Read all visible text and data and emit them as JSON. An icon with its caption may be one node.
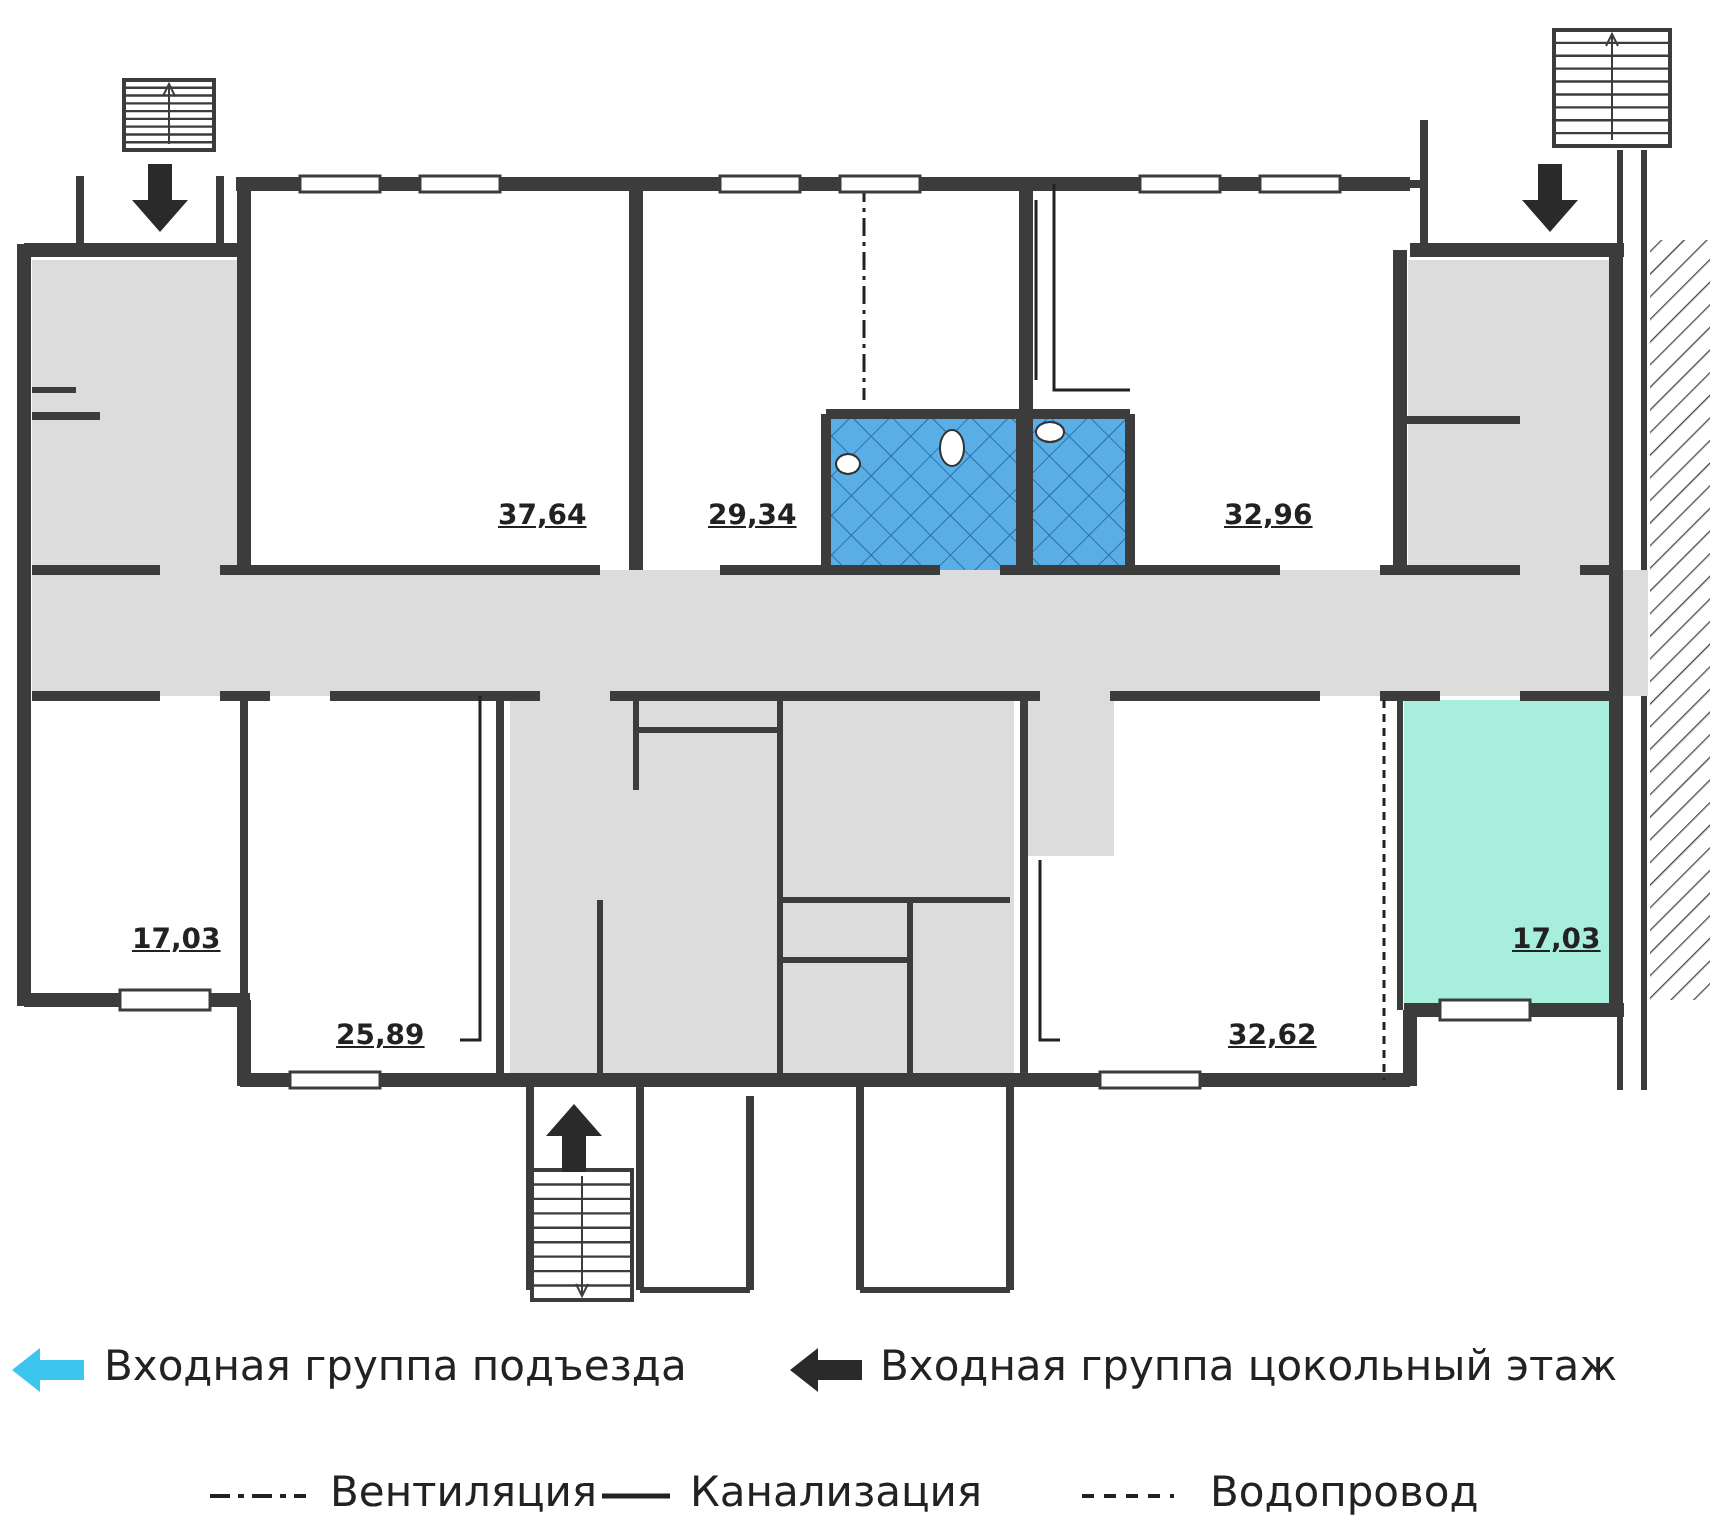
{
  "diagram": {
    "labels": [
      "37,64",
      "29,34",
      "32,96",
      "17,03",
      "25,89",
      "32,62",
      "17,03"
    ],
    "legend": [
      {
        "text": "Входная группа подъезда"
      },
      {
        "text": "Входная группа цокольный этаж"
      },
      {
        "text": "Вентиляция"
      },
      {
        "text": "Канализация"
      },
      {
        "text": "Водопровод"
      }
    ]
  }
}
